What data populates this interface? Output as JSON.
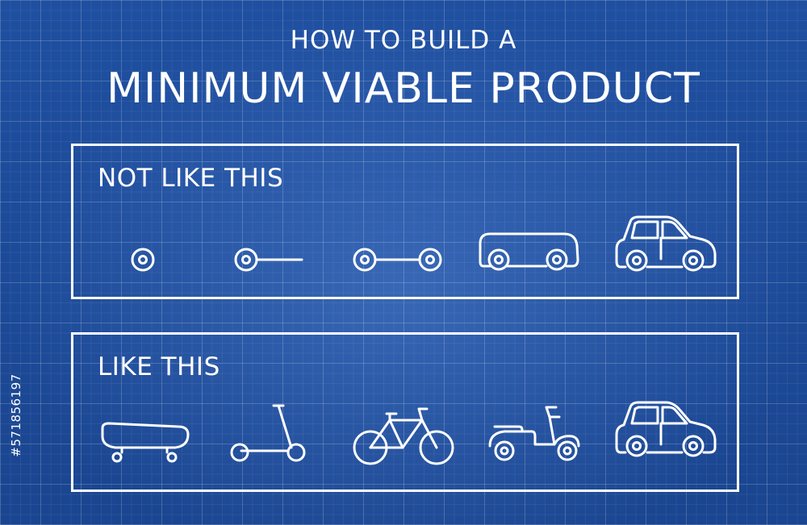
{
  "title": {
    "line1": "HOW TO BUILD A",
    "line2": "MINIMUM VIABLE PRODUCT"
  },
  "panels": [
    {
      "label": "NOT LIKE THIS",
      "stages": [
        {
          "icon": "single-wheel-icon"
        },
        {
          "icon": "wheel-axle-icon"
        },
        {
          "icon": "two-wheels-axle-icon"
        },
        {
          "icon": "car-body-no-cabin-icon"
        },
        {
          "icon": "car-icon"
        }
      ]
    },
    {
      "label": "LIKE THIS",
      "stages": [
        {
          "icon": "skateboard-icon"
        },
        {
          "icon": "kick-scooter-icon"
        },
        {
          "icon": "bicycle-icon"
        },
        {
          "icon": "motor-scooter-icon"
        },
        {
          "icon": "car-icon"
        }
      ]
    }
  ],
  "sidebar_id": "#571856197",
  "colors": {
    "background": "#1f4fa0",
    "line": "#ffffff"
  }
}
